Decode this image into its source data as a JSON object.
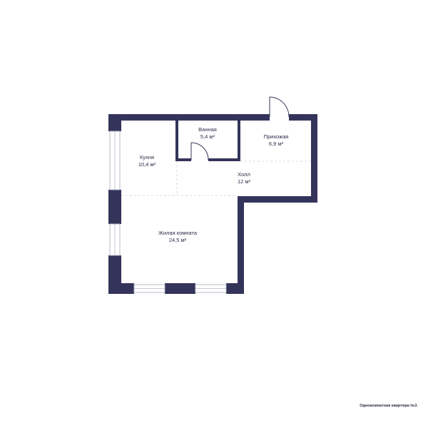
{
  "rooms": {
    "kitchen": {
      "name": "Кухня",
      "area": "10,4 м²"
    },
    "bathroom": {
      "name": "Ванная",
      "area": "5,4 м²"
    },
    "entrance": {
      "name": "Прихожая",
      "area": "6,9 м²"
    },
    "hall": {
      "name": "Холл",
      "area": "12 м²"
    },
    "living": {
      "name": "Жилая комната",
      "area": "24,5 м²"
    }
  },
  "caption": "Однокомнатная квартира №3.",
  "colors": {
    "wall": "#34345a",
    "partition": "#34345a",
    "zone_line": "#cfcfdc",
    "text": "#2c2c4a"
  }
}
